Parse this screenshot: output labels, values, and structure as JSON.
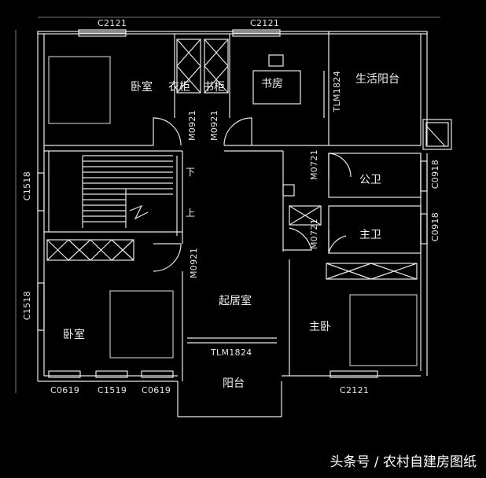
{
  "plan": {
    "rooms": {
      "bedroom_nw": "卧室",
      "wardrobe": "衣柜",
      "bookshelf": "书柜",
      "study": "书房",
      "utility_balcony": "生活阳台",
      "public_bath": "公卫",
      "master_bath": "主卫",
      "living": "起居室",
      "master_bedroom": "主卧",
      "bedroom_sw": "卧室",
      "balcony": "阳台"
    },
    "stair": {
      "down": "下",
      "up": "上"
    },
    "codes": {
      "win_top_left": "C2121",
      "win_top_mid": "C2121",
      "door_tlm_right": "TLM1824",
      "door_m0921_a": "M0921",
      "door_m0921_b": "M0921",
      "door_m0721_a": "M0721",
      "door_m0721_b": "M0721",
      "win_c0918_a": "C0918",
      "win_c0918_b": "C0918",
      "win_c1518_a": "C1518",
      "win_c1518_b": "C1518",
      "door_m0921_c": "M0921",
      "door_tlm_bottom": "TLM1824",
      "win_c0619_a": "C0619",
      "win_c1519": "C1519",
      "win_c0619_b": "C0619",
      "win_c2121_bottom": "C2121"
    }
  },
  "watermark": "头条号 / 农村自建房图纸",
  "colors": {
    "background": "#000000",
    "wall": "#e8e8e8",
    "fixture": "#bdbdbd"
  }
}
